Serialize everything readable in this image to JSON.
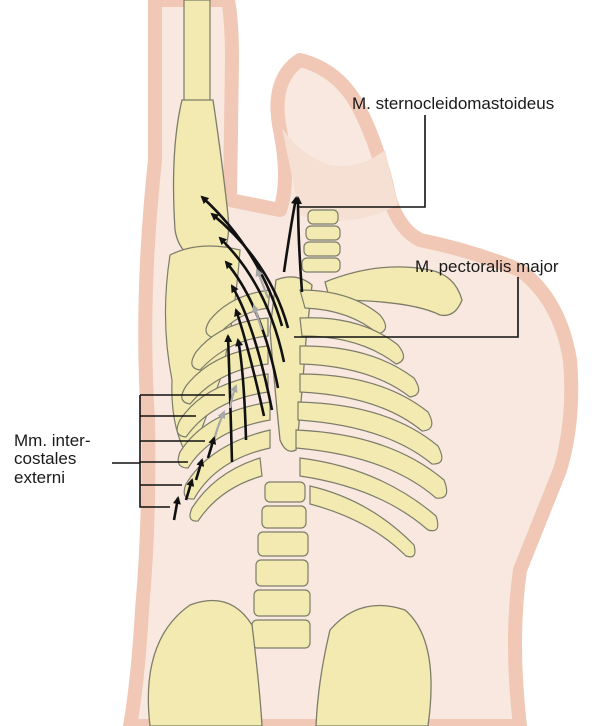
{
  "labels": {
    "sternocleidomastoideus": "M. sternocleidomastoideus",
    "pectoralis_major": "M. pectoralis major",
    "intercostales": [
      "Mm. inter-",
      "costales",
      "externi"
    ]
  },
  "colors": {
    "skin": "#f7e2d6",
    "skin_edge": "#efb9a2",
    "bone": "#f2eab0",
    "bone_outline": "#7d7d6a",
    "arrow": "#111111",
    "arrow_faint": "#a8a8a8",
    "leader": "#111111"
  }
}
